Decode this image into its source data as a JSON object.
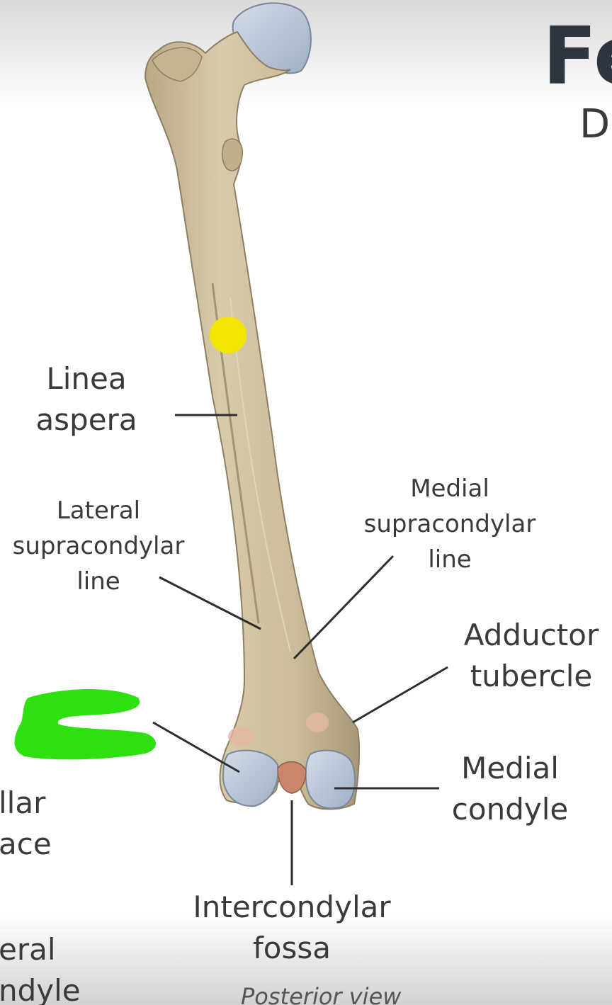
{
  "title": {
    "main": "Fe",
    "sub": "D"
  },
  "labels": {
    "linea_aspera": [
      "Linea",
      "aspera"
    ],
    "lateral_supracondylar_line": [
      "Lateral",
      "supracondylar",
      "line"
    ],
    "medial_supracondylar_line": [
      "Medial",
      "supracondylar",
      "line"
    ],
    "adductor_tubercle": [
      "Adductor",
      "tubercle"
    ],
    "medial_condyle": [
      "Medial",
      "condyle"
    ],
    "intercondylar_fossa": [
      "Intercondylar",
      "fossa"
    ],
    "cut_left_upper": [
      "llar",
      "ace"
    ],
    "cut_left_lower": [
      "eral",
      "ndyle"
    ]
  },
  "caption": "Posterior view",
  "colors": {
    "bone": "#cdbf9c",
    "bone_shadow": "#a8987a",
    "cartilage": "#b9c6d6",
    "highlight_yellow": "#f2e600",
    "scribble_green": "#2fe011",
    "leader_line": "#2e2e2e",
    "label_text": "#3a3a3a"
  }
}
